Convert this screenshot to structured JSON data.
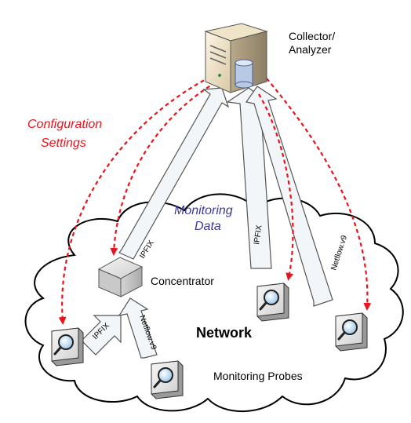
{
  "labels": {
    "collector": [
      "Collector/",
      "Analyzer"
    ],
    "configuration": [
      "Configuration",
      "Settings"
    ],
    "monitoring_data": [
      "Monitoring",
      "Data"
    ],
    "concentrator": "Concentrator",
    "network": "Network",
    "probes": "Monitoring Probes"
  },
  "flows": {
    "concentrator_to_collector": "IPFIX",
    "probe_mid_to_collector": "IPFIX",
    "probe_right_to_collector": "Netflow.v9",
    "probe_left_to_concentrator": "IPFIX",
    "probe_bottom_to_concentrator": "Netflow.v9"
  },
  "colors": {
    "config_arrow": "#e8141b",
    "config_text": "#e8141b",
    "monitoring_text": "#3a3a9a",
    "cloud_stroke": "#000000",
    "flow_arrow_fill": "#f2f6f9",
    "flow_arrow_stroke": "#555555"
  },
  "icons": {
    "collector": "server-with-database-icon",
    "concentrator": "box-icon",
    "probe": "magnifier-probe-icon"
  }
}
